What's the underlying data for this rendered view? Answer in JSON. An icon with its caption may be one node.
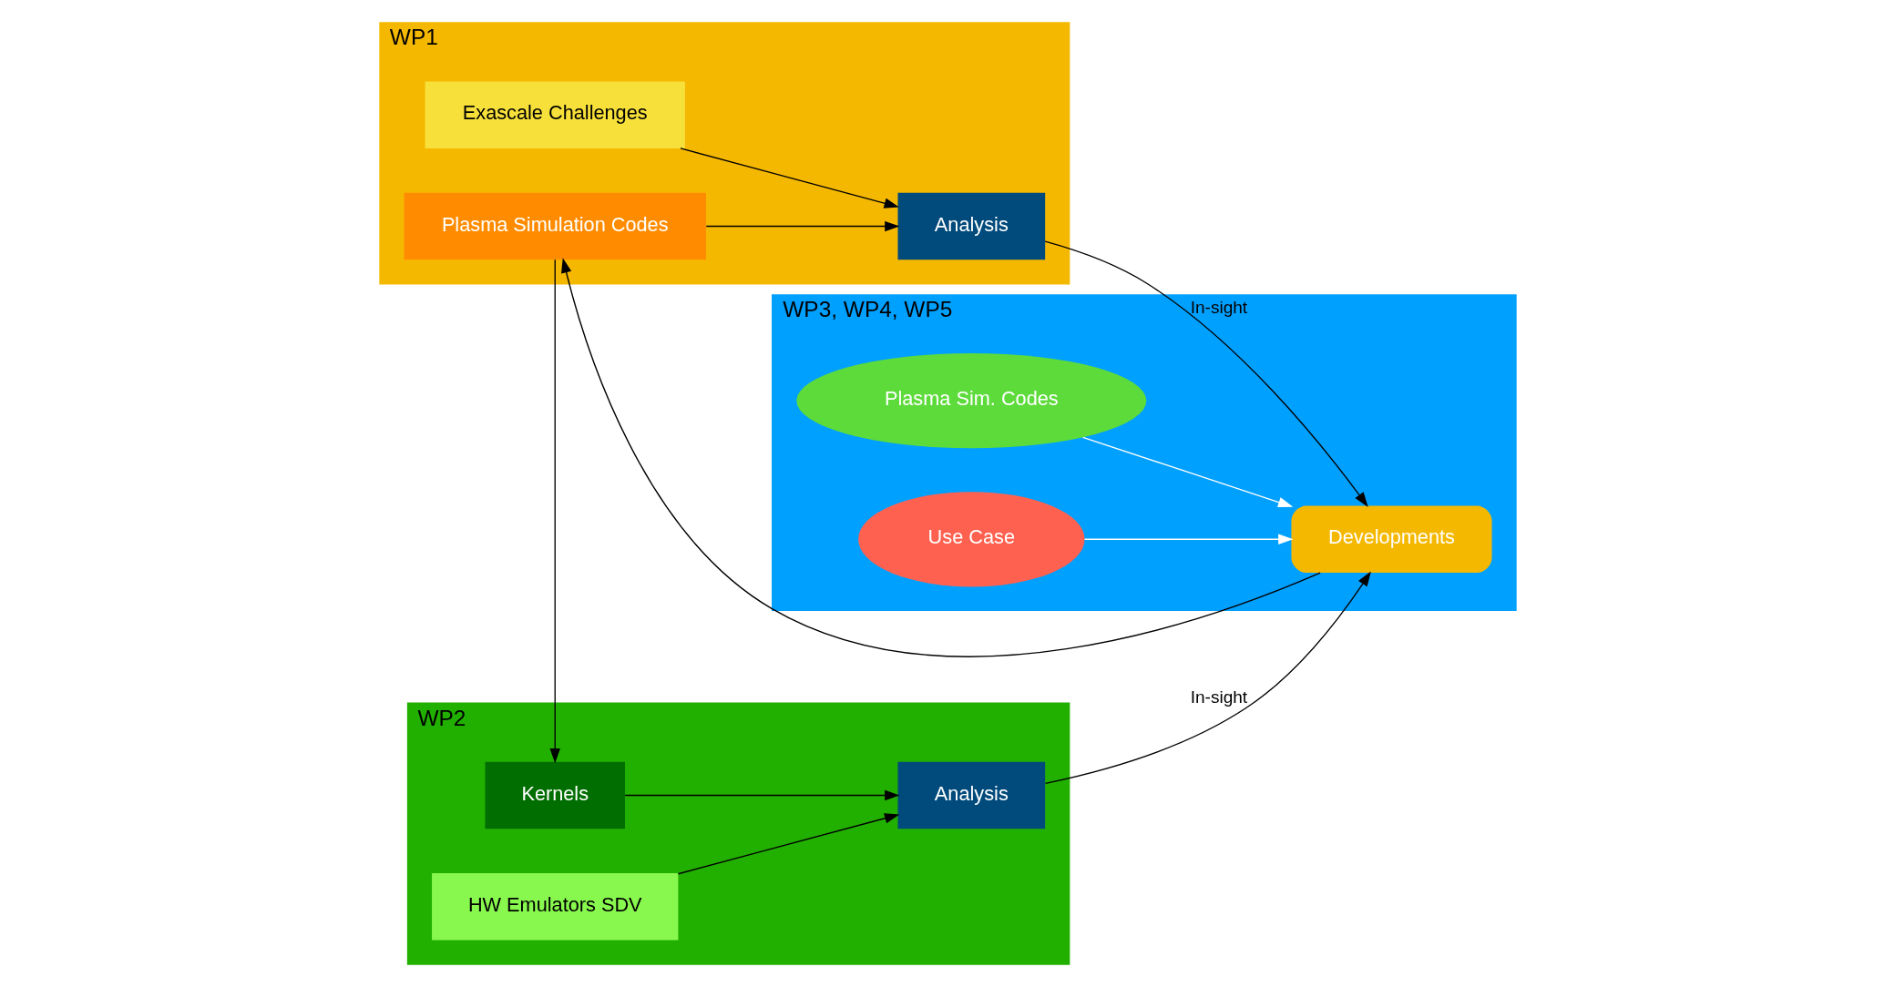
{
  "diagram": {
    "nodes": [
      {
        "text": [
          "WP1"
        ]
      },
      {
        "text": [
          "Exascale Challenges"
        ],
        "in": 0
      },
      {
        "text": [
          "Analysis"
        ],
        "in": 0
      },
      {
        "text": [
          "Plasma Simulation Codes"
        ],
        "in": 0
      },
      {
        "text": [
          "WP2"
        ]
      },
      {
        "text": [
          "Kernels"
        ],
        "in": 4
      },
      {
        "text": [
          "HW Emulators SDV"
        ],
        "in": 4
      },
      {
        "text": [
          "Analysis"
        ],
        "in": 4
      },
      {
        "text": [
          "WP3, WP4, WP5"
        ]
      },
      {
        "text": [
          "Plasma Sim. Codes"
        ],
        "in": 8
      },
      {
        "text": [
          "Developments"
        ],
        "in": 8
      },
      {
        "text": [
          "Use Case"
        ],
        "in": 8
      }
    ],
    "edges": [
      {
        "from": 1,
        "to": 2,
        "arrow": "to"
      },
      {
        "from": 3,
        "to": 2,
        "arrow": "to"
      },
      {
        "from": 2,
        "to": 10,
        "arrow": "to",
        "label": "In-sight"
      },
      {
        "from": 10,
        "to": 3,
        "arrow": "to"
      },
      {
        "from": 3,
        "to": 5,
        "arrow": "to"
      },
      {
        "from": 5,
        "to": 7,
        "arrow": "to"
      },
      {
        "from": 6,
        "to": 7,
        "arrow": "to"
      },
      {
        "from": 7,
        "to": 10,
        "arrow": "to",
        "label": "In-sight"
      },
      {
        "from": 9,
        "to": 10,
        "arrow": "to",
        "color": "#ffffff"
      },
      {
        "from": 11,
        "to": 10,
        "arrow": "to",
        "color": "#ffffff"
      }
    ]
  }
}
